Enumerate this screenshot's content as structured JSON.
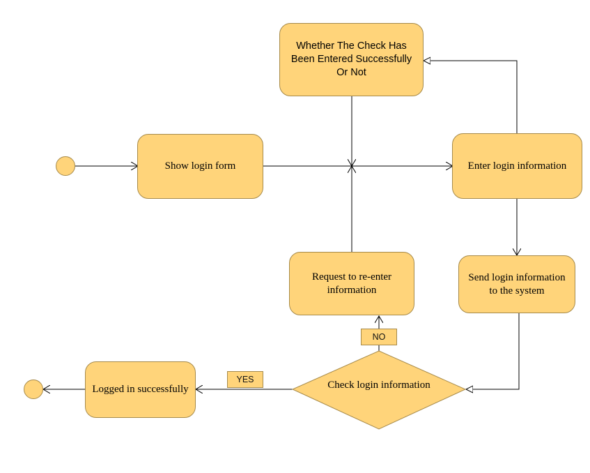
{
  "diagram": {
    "nodes": {
      "check_entered": "Whether The Check Has Been Entered Successfully Or Not",
      "show_login": "Show login form",
      "enter_login": "Enter login information",
      "request_reenter": "Request to re-enter information",
      "send_login": "Send login information to the system",
      "check_login": "Check login information",
      "logged_in": "Logged in successfully"
    },
    "labels": {
      "no": "NO",
      "yes": "YES"
    },
    "colors": {
      "node_fill": "#ffd47a",
      "node_border": "#a68a4a",
      "line": "#000000"
    }
  }
}
